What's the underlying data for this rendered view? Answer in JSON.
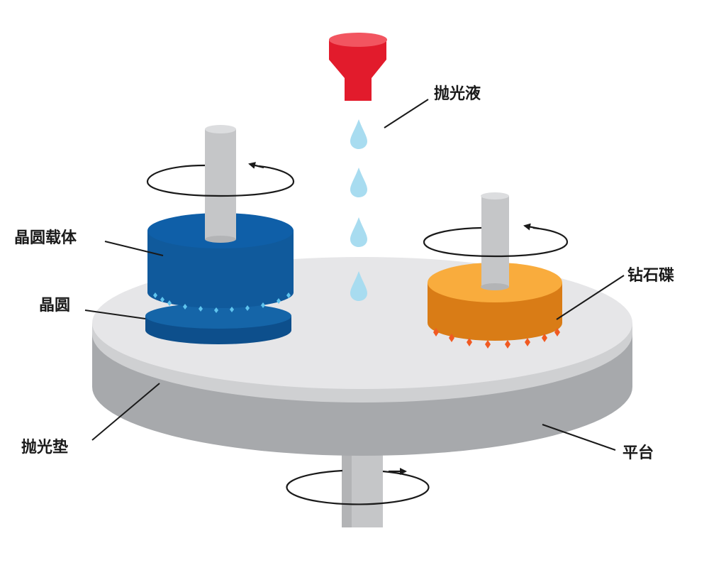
{
  "labels": {
    "wafer_carrier": "晶圆载体",
    "wafer": "晶圆",
    "polishing_pad": "抛光垫",
    "slurry": "抛光液",
    "diamond_disk": "钻石碟",
    "platen": "平台"
  },
  "colors": {
    "pad_top": "#e6e6e8",
    "platen_side": "#a7a9ac",
    "shaft": "#c5c6c8",
    "carrier_blue": "#105a9c",
    "wafer_blue": "#0d4f8c",
    "slurry_nozzle": "#e21b2c",
    "slurry_drop": "#a8dcf0",
    "diamond_orange": "#f2921f",
    "diamond_teeth": "#f15a22"
  }
}
